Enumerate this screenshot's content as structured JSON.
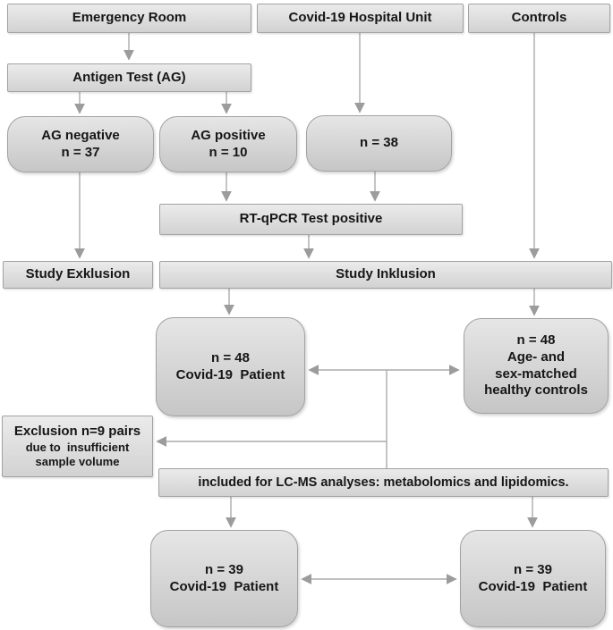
{
  "nodes": {
    "emergency_room": {
      "lines": [
        "Emergency Room"
      ]
    },
    "covid_hospital_unit": {
      "lines": [
        "Covid-19 Hospital Unit"
      ]
    },
    "controls": {
      "lines": [
        "Controls"
      ]
    },
    "antigen_test": {
      "lines": [
        "Antigen Test (AG)"
      ]
    },
    "ag_negative": {
      "lines": [
        "AG negative",
        "n = 37"
      ]
    },
    "ag_positive": {
      "lines": [
        "AG positive",
        "n = 10"
      ]
    },
    "hospital_count": {
      "lines": [
        "n = 38"
      ]
    },
    "rt_qpcr": {
      "lines": [
        "RT-qPCR Test positive"
      ]
    },
    "study_exklusion": {
      "lines": [
        "Study Exklusion"
      ]
    },
    "study_inklusion": {
      "lines": [
        "Study Inklusion"
      ]
    },
    "n48_patient": {
      "lines": [
        "n = 48",
        "Covid-19  Patient"
      ]
    },
    "n48_controls": {
      "lines": [
        "n = 48",
        "Age- and",
        "sex-matched",
        "healthy controls"
      ]
    },
    "exclusion_note": {
      "lines": [
        "Exclusion n=9 pairs",
        "due to  insufficient",
        "sample volume"
      ]
    },
    "lcms_banner": {
      "lines": [
        "included for LC-MS analyses: metabolomics and lipidomics."
      ]
    },
    "n39_left": {
      "lines": [
        "n = 39",
        "Covid-19  Patient"
      ]
    },
    "n39_right": {
      "lines": [
        "n = 39",
        "Covid-19  Patient"
      ]
    }
  },
  "colors": {
    "box_border": "#a2a2a2",
    "box_fill_light": "#ebebeb",
    "box_fill_dark": "#c6c6c6",
    "arrow": "#a9a9a9",
    "text": "#161616",
    "background": "#ffffff"
  }
}
